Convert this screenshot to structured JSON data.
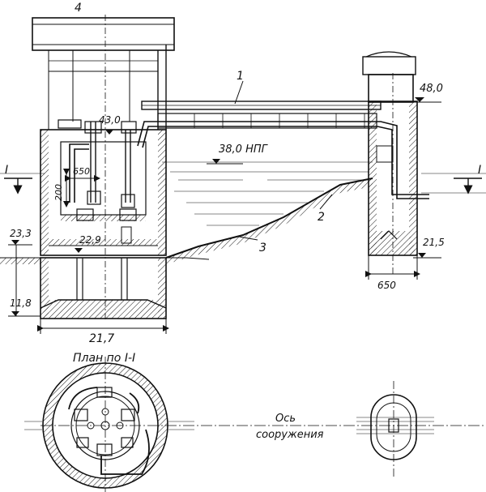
{
  "labels": {
    "num_4": "4",
    "num_1": "1",
    "num_2": "2",
    "num_3": "3",
    "elev_48": "48,0",
    "elev_43": "43,0",
    "elev_38": "38,0 НПГ",
    "elev_23": "23,3",
    "elev_22": "22,9",
    "elev_21": "21,5",
    "elev_11": "11,8",
    "dim_650_left": "650",
    "dim_200": "200",
    "dim_650_right": "650",
    "dim_217": "21,7",
    "section_left": "I",
    "section_right": "I",
    "plan_title": "План по I-I",
    "axis_line1": "Ось",
    "axis_line2": "сооружения"
  }
}
